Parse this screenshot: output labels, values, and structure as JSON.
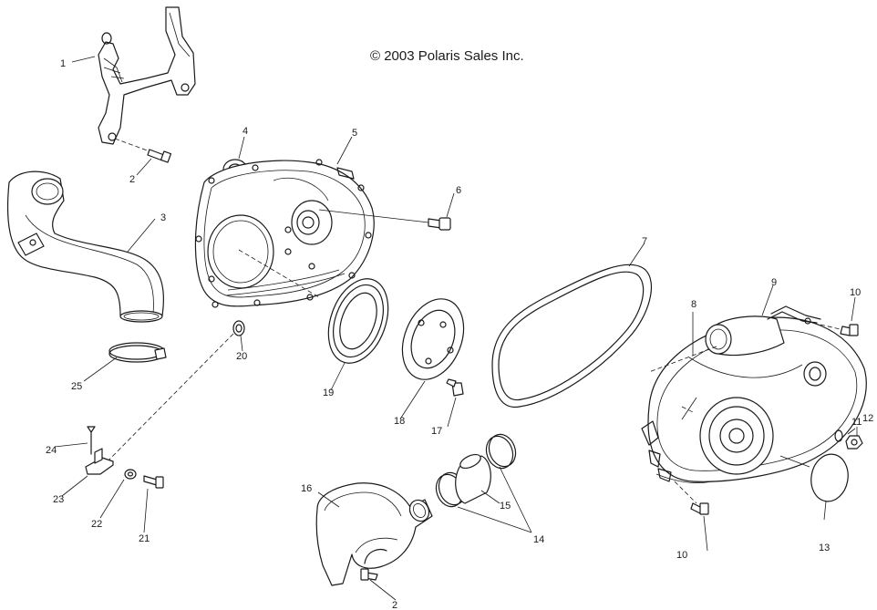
{
  "copyright": "© 2003 Polaris Sales Inc.",
  "callouts": {
    "c1": "1",
    "c2a": "2",
    "c2b": "2",
    "c3": "3",
    "c4": "4",
    "c5": "5",
    "c6": "6",
    "c7": "7",
    "c8": "8",
    "c9": "9",
    "c10a": "10",
    "c10b": "10",
    "c11": "11",
    "c12": "12",
    "c13": "13",
    "c14": "14",
    "c15": "15",
    "c16": "16",
    "c17": "17",
    "c18": "18",
    "c19": "19",
    "c20": "20",
    "c21": "21",
    "c22": "22",
    "c23": "23",
    "c24": "24",
    "c25": "25"
  }
}
